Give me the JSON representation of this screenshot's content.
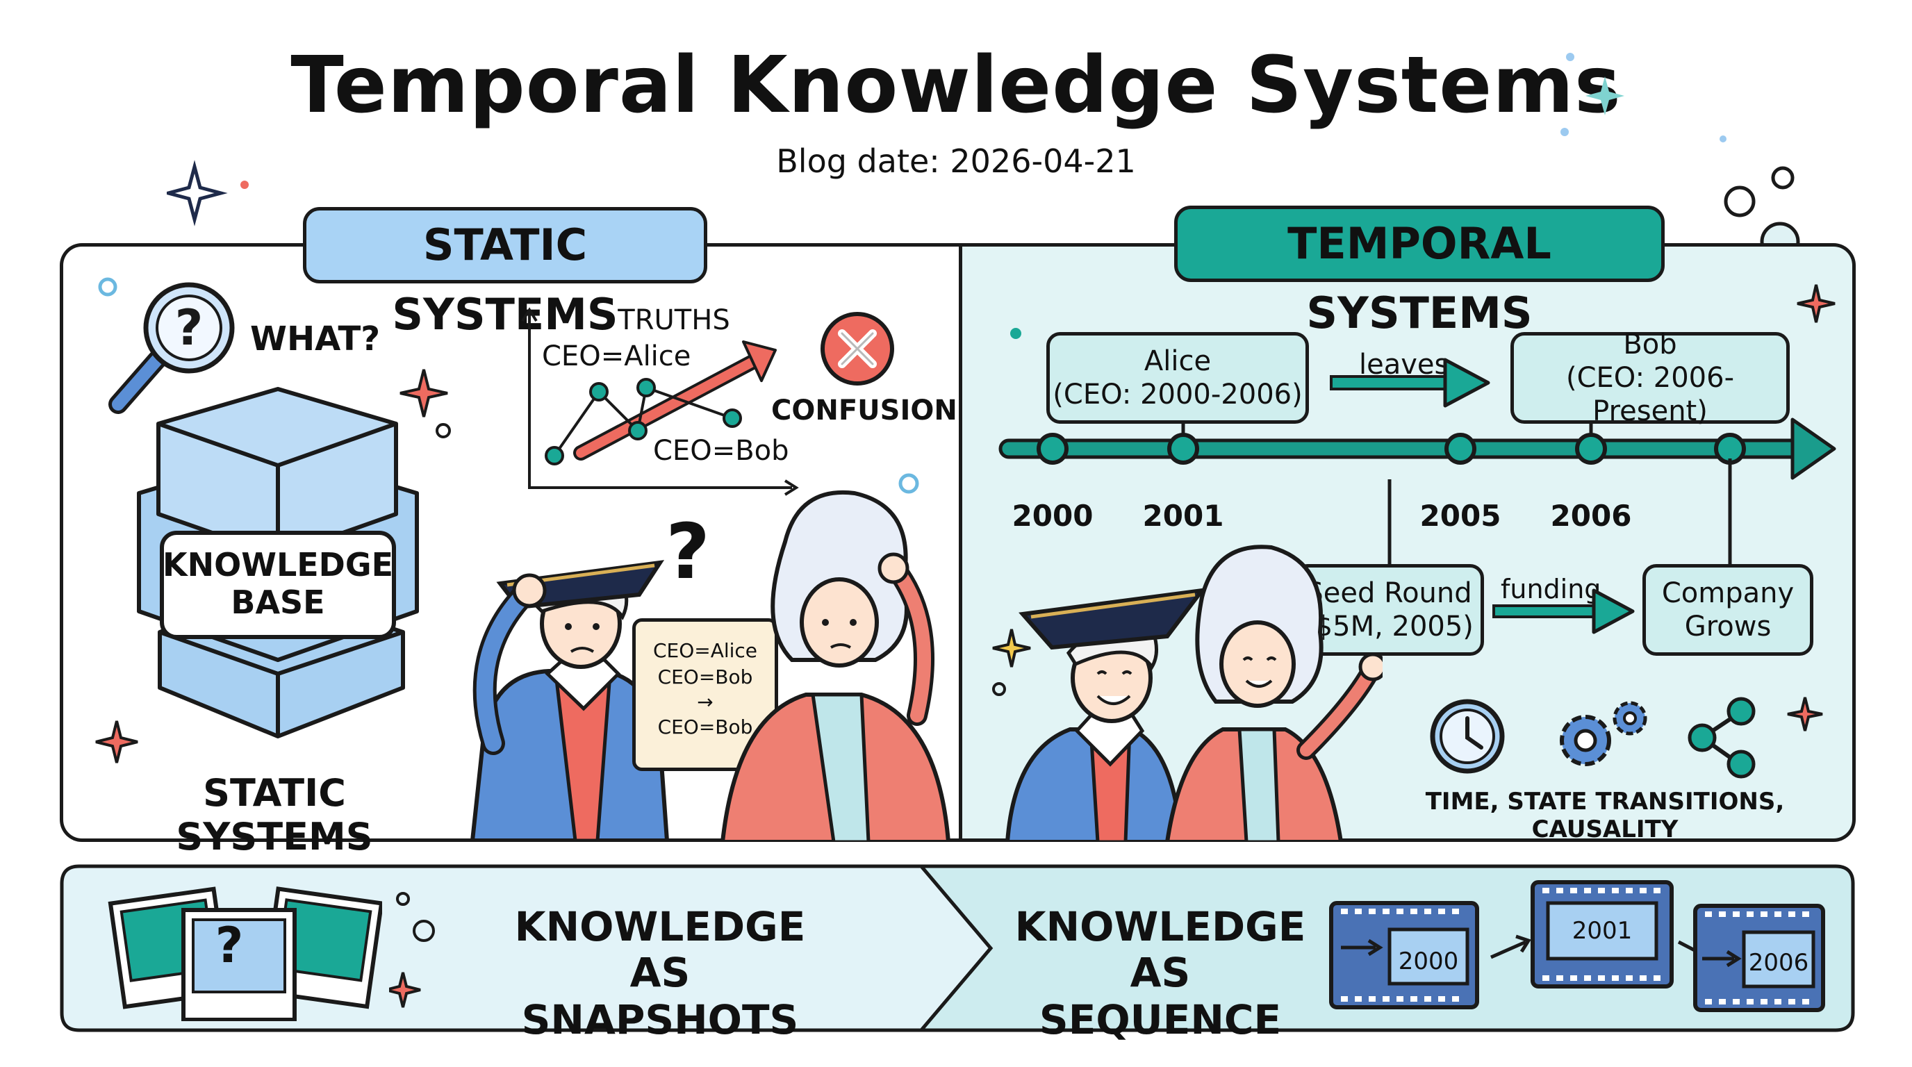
{
  "title": "Temporal Knowledge Systems",
  "subtitle": "Blog date: 2026-04-21",
  "static_panel": {
    "badge": "STATIC SYSTEMS",
    "what_label": "WHAT?",
    "kb_label_1": "KNOWLEDGE",
    "kb_label_2": "BASE",
    "bottom_label": "STATIC SYSTEMS",
    "chart_title": "TRUTHS",
    "chart_label_a": "CEO=Alice",
    "chart_label_b": "CEO=Bob",
    "confusion_label": "CONFUSION",
    "question_mark": "?",
    "scroll_lines": [
      "CEO=Alice",
      "CEO=Bob",
      "→",
      "CEO=Bob"
    ]
  },
  "temporal_panel": {
    "badge": "TEMPORAL SYSTEMS",
    "alice_node": {
      "line1": "Alice",
      "line2": "(CEO: 2000-2006)"
    },
    "bob_node": {
      "line1": "Bob",
      "line2": "(CEO: 2006-Present)"
    },
    "leaves_label": "leaves",
    "years": [
      "2000",
      "2001",
      "2005",
      "2006"
    ],
    "seed_node": {
      "line1": "Seed Round",
      "line2": "($5M, 2005)"
    },
    "funding_label": "funding",
    "grows_node": {
      "line1": "Company",
      "line2": "Grows"
    },
    "concepts_label": "TIME, STATE TRANSITIONS, CAUSALITY"
  },
  "bottom_banner": {
    "left_label_1": "KNOWLEDGE",
    "left_label_2": "AS SNAPSHOTS",
    "right_label_1": "KNOWLEDGE",
    "right_label_2": "AS SEQUENCE",
    "photo_question": "?",
    "frames": [
      "2000",
      "2001",
      "2006"
    ]
  },
  "colors": {
    "static_accent": "#a9d3f5",
    "temporal_accent": "#1aa896",
    "temporal_bg": "#e2f4f5",
    "kb_blue": "#a8d0f2",
    "warn_red": "#ee6b60",
    "teal_dark": "#1a9c8c"
  }
}
